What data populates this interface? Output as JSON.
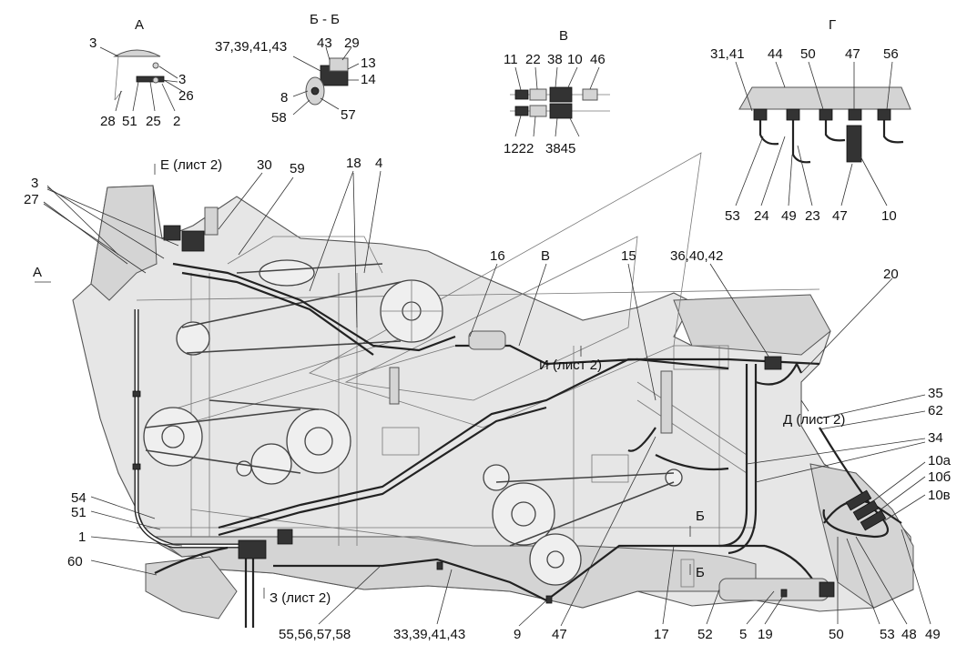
{
  "drawing": {
    "views": {
      "view_a": "А",
      "view_bb": "Б - Б",
      "view_v": "В",
      "view_g": "Г"
    },
    "markers": {
      "a_arrow": "А",
      "b_arrow": "Б",
      "b_section": "Б",
      "v_arrow": "В"
    },
    "sheet_refs": {
      "e": "Е (лист 2)",
      "i": "И (лист 2)",
      "d": "Д (лист 2)",
      "z": "З (лист 2)"
    },
    "labels": {
      "a_3a": "3",
      "a_3b": "3",
      "a_26": "26",
      "a_28": "28",
      "a_51": "51",
      "a_25": "25",
      "a_2": "2",
      "bb_37": "37,39,41,43",
      "bb_43": "43",
      "bb_29": "29",
      "bb_13": "13",
      "bb_14": "14",
      "bb_8": "8",
      "bb_58": "58",
      "bb_57": "57",
      "v_11": "11",
      "v_22": "22",
      "v_38": "38",
      "v_10": "10",
      "v_46": "46",
      "v_12_22": "1222",
      "v_38_45": "3845",
      "g_31": "31,41",
      "g_44": "44",
      "g_50": "50",
      "g_47": "47",
      "g_56": "56",
      "g_53": "53",
      "g_24": "24",
      "g_49": "49",
      "g_23": "23",
      "g_47b": "47",
      "g_10": "10",
      "m_3": "3",
      "m_27": "27",
      "m_30": "30",
      "m_59": "59",
      "m_18": "18",
      "m_4": "4",
      "m_16": "16",
      "m_15": "15",
      "m_36": "36,40,42",
      "m_20": "20",
      "m_35": "35",
      "m_62": "62",
      "m_34": "34",
      "m_10a": "10а",
      "m_10b": "10б",
      "m_10v": "10в",
      "m_54": "54",
      "m_51": "51",
      "m_1": "1",
      "m_60": "60",
      "m_55": "55,56,57,58",
      "m_33": "33,39,41,43",
      "m_9": "9",
      "m_47": "47",
      "m_17": "17",
      "m_52": "52",
      "m_5": "5",
      "m_19": "19",
      "m_50": "50",
      "m_53": "53",
      "m_48": "48",
      "m_49": "49"
    }
  }
}
